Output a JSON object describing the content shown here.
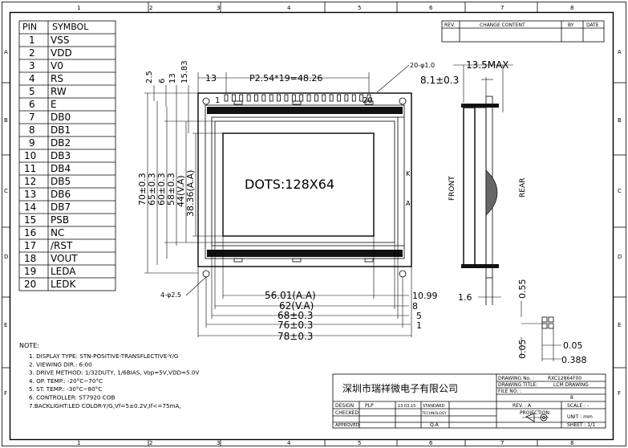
{
  "border": {
    "columns": [
      "1",
      "2",
      "3",
      "4",
      "5",
      "6",
      "7",
      "8"
    ],
    "rows": [
      "A",
      "B",
      "C",
      "D",
      "E",
      "F"
    ]
  },
  "pin_table": {
    "headers": [
      "PIN",
      "SYMBOL"
    ],
    "rows": [
      [
        "1",
        "VSS"
      ],
      [
        "2",
        "VDD"
      ],
      [
        "3",
        "V0"
      ],
      [
        "4",
        "RS"
      ],
      [
        "5",
        "RW"
      ],
      [
        "6",
        "E"
      ],
      [
        "7",
        "DB0"
      ],
      [
        "8",
        "DB1"
      ],
      [
        "9",
        "DB2"
      ],
      [
        "10",
        "DB3"
      ],
      [
        "11",
        "DB4"
      ],
      [
        "12",
        "DB5"
      ],
      [
        "13",
        "DB6"
      ],
      [
        "14",
        "DB7"
      ],
      [
        "15",
        "PSB"
      ],
      [
        "16",
        "NC"
      ],
      [
        "17",
        "/RST"
      ],
      [
        "18",
        "VOUT"
      ],
      [
        "19",
        "LEDA"
      ],
      [
        "20",
        "LEDK"
      ]
    ]
  },
  "revision_table": {
    "headers": [
      "REV.",
      "CHANGE CONTENT",
      "BY",
      "DATE"
    ]
  },
  "front_view": {
    "center_text": "DOTS:128X64",
    "pin_first": "1",
    "pin_last": "20",
    "side_k": "K",
    "side_a": "A",
    "holes": "4-φ2.5",
    "pin_hole_note": "20-φ1.0",
    "dims_top": {
      "left": "13",
      "pitch": "P2.54*19=48.26"
    },
    "dims_right_vertical": [
      "2.5",
      "6",
      "13",
      "15.83"
    ],
    "dims_left_vertical": [
      "70±0.3",
      "65±0.3",
      "60±0.3",
      "58±0.3",
      "44(V.A)",
      "38.36(A.A)"
    ],
    "dims_bottom": [
      "56.01(A.A)",
      "62(V.A)",
      "68±0.3",
      "76±0.3",
      "78±0.3"
    ],
    "dims_bottom_right": [
      "10.99",
      "8",
      "5",
      "1"
    ]
  },
  "side_view": {
    "thickness": "13.5MAX",
    "inner": "8.1±0.3",
    "front_label": "FRONT",
    "rear_label": "REAR",
    "pin_dim": "1.6",
    "pin_top": "0.55"
  },
  "pixel_detail": {
    "pitch_v": "0.05",
    "gap": "0.05",
    "size": "0.388"
  },
  "notes": {
    "title": "NOTE:",
    "items": [
      "1. DISPLAY TYPE: STN-POSITIVE-TRANSFLECTIVE-Y/G",
      "2. VIEWING DIR.: 6:00",
      "3. DRIVE METHOD: 1/32DUTY, 1/6BIAS, Vop=5V,VDD=5.0V",
      "4. OP. TEMP.: -20°C~70°C",
      "5. ST. TEMP.: -30°C~80°C",
      "6. CONTROLLER: ST7920 COB",
      "7.BACKLIGHT:LED COLOR-Y/G,Vf=5±0.2V,If<=75mA,"
    ]
  },
  "title_block": {
    "company": "深圳市瑞祥微电子有限公司",
    "drawing_no_label": "DRAWING No. :",
    "drawing_no": "RXC12864F00",
    "drawing_title_label": "DRAWING TITLE:",
    "drawing_title": "LCM DRAWING",
    "file_no_label": "FILE NO. :",
    "file_no": "8",
    "design_label": "DESIGN",
    "design_value": "PLP",
    "design_date": "13.03.15",
    "checked_label": "CHECKED",
    "approved_label": "APPROVED",
    "standard_label": "STANDARD",
    "technology_label": "TECHNOLOGY",
    "qa_label": "Q.A",
    "rev_label": "REV. : A",
    "scale_label": "SCALE : -",
    "projection_label": "PROJECTION:",
    "unit_label": "UNIT : mm",
    "sheet_label": "SHEET : 1/1"
  }
}
